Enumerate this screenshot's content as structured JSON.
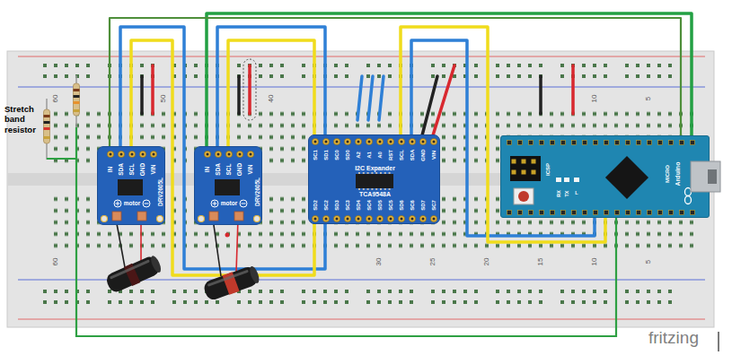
{
  "diagram": {
    "nodes": [
      {
        "text": [
          "IN",
          "SDA",
          "SCL",
          "GND",
          "VIN",
          "DRV2605L",
          "motor"
        ]
      },
      {
        "text": [
          "IN",
          "SDA",
          "SCL",
          "GND",
          "VIN",
          "DRV2605L",
          "motor"
        ]
      },
      {
        "text": [
          "SC1",
          "SD1",
          "SC0",
          "SD0",
          "A2",
          "A1",
          "A0",
          "RST",
          "SCL",
          "SDA",
          "GND",
          "VIN",
          "I2C Expander",
          "TCA9548A",
          "SD2",
          "SC2",
          "SD3",
          "SC3",
          "SD4",
          "SC4",
          "SD5",
          "SC5",
          "SD6",
          "SC6",
          "SD7",
          "SC7"
        ]
      },
      {
        "text": [
          "ICSP",
          "RX",
          "TX",
          "L",
          "Arduino",
          "MICRO"
        ]
      }
    ],
    "edges": [
      {
        "from": 3,
        "to": 1,
        "arrow": "none"
      },
      {
        "from": 3,
        "to": 0,
        "arrow": "none"
      },
      {
        "from": 2,
        "to": 0,
        "arrow": "none"
      },
      {
        "from": 2,
        "to": 0,
        "arrow": "none"
      },
      {
        "from": 2,
        "to": 1,
        "arrow": "none"
      },
      {
        "from": 2,
        "to": 1,
        "arrow": "none"
      },
      {
        "from": 3,
        "to": 2,
        "arrow": "none"
      },
      {
        "from": 3,
        "to": 2,
        "arrow": "none"
      }
    ],
    "labels": [
      "Stretch band resistor",
      "60",
      "50",
      "40",
      "10",
      "5",
      "60",
      "30",
      "25",
      "20",
      "15",
      "10",
      "5",
      "fritzing"
    ]
  }
}
